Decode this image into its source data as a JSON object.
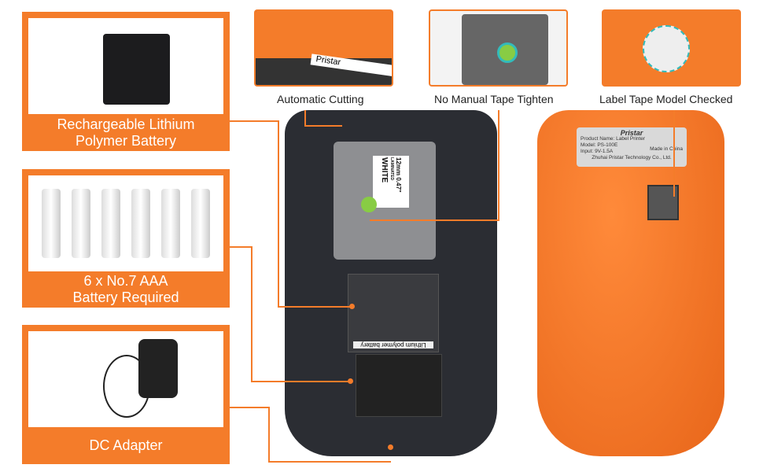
{
  "features": [
    {
      "caption": "Rechargeable Lithium\nPolymer Battery"
    },
    {
      "caption": "6 x No.7 AAA\nBattery Required"
    },
    {
      "caption": "DC Adapter"
    }
  ],
  "callouts": [
    "Automatic Cutting",
    "No Manual Tape Tighten",
    "Label Tape Model Checked"
  ],
  "brand": "Pristar",
  "tape": {
    "size": "12mm 0.47\"",
    "type": "LAMINATED",
    "color": "WHITE"
  },
  "battery_label": "Lithium polymer battery",
  "rating_label": {
    "product": "Product Name: Label Printer",
    "model": "Model: PS-100E",
    "input": "Input: 9V-1.5A",
    "origin": "Made in China",
    "maker": "Zhuhai Pristar Technology Co., Ltd."
  },
  "colors": {
    "accent": "#f47c2a",
    "device": "#2b2d33"
  }
}
